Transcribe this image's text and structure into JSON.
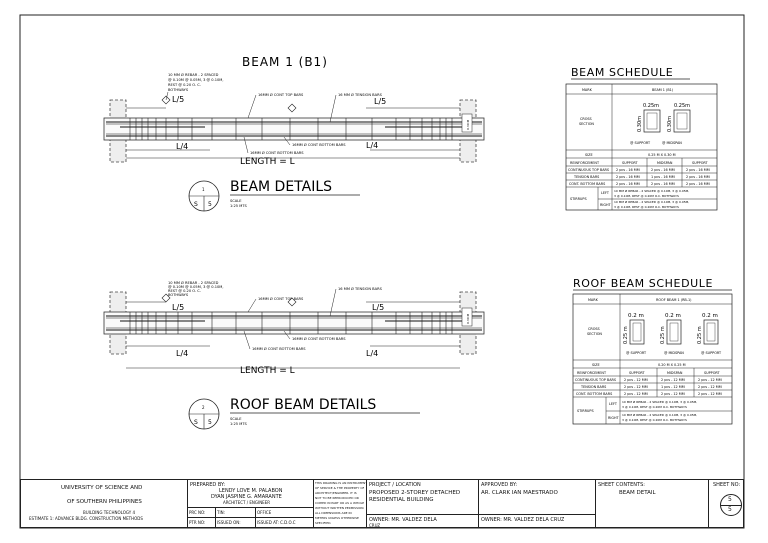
{
  "beam1": {
    "title": "BEAM 1 (B1)",
    "callout_stirrups": [
      "10 MM Ø REBAR - 2 SPACED",
      "@ 0.10M @ 0.05M, 3 @ 0.10M,",
      "REST @ 0.20 O. C.",
      "BOTHWAYS"
    ],
    "top_bars": "16MM Ø CONT TOP BARS",
    "tension_bars": "16 MM Ø TENSION BARS",
    "bottom_bars_1": "16MM Ø CONT BOTTOM BARS",
    "bottom_bars_2": "16MM Ø CONT BOTTOM BARS",
    "l5_left": "L/5",
    "l5_right": "L/5",
    "l4_left": "L/4",
    "l4_right": "L/4",
    "length": "LENGTH = L",
    "section_tag": "0.30 M",
    "details_title": "BEAM DETAILS",
    "marker_num": "1",
    "marker_left": "S",
    "marker_right": "5",
    "scale_label": "SCALE",
    "scale_value": "1:25 MTS"
  },
  "beam2": {
    "callout_stirrups": [
      "10 MM Ø REBAR - 2 SPACED",
      "@ 0.10M @ 0.05M, 3 @ 0.10M,",
      "REST @ 0.20 O. C.",
      "BOTHWAYS"
    ],
    "top_bars": "16MM Ø CONT TOP BARS",
    "tension_bars": "16 MM Ø TENSION BARS",
    "bottom_bars_1": "16MM Ø CONT BOTTOM BARS",
    "bottom_bars_2": "16MM Ø CONT BOTTOM BARS",
    "l5_left": "L/5",
    "l5_right": "L/5",
    "l4_left": "L/4",
    "l4_right": "L/4",
    "length": "LENGTH = L",
    "section_tag": "0.30 M",
    "details_title": "ROOF BEAM DETAILS",
    "marker_num": "2",
    "marker_left": "S",
    "marker_right": "5",
    "scale_label": "SCALE",
    "scale_value": "1:25 MTS"
  },
  "schedule": {
    "title": "BEAM SCHEDULE",
    "mark_label": "MARK",
    "mark_value": "BEAM 1 (B1)",
    "cross_section_label": [
      "CROSS",
      "SECTION"
    ],
    "width_1": "0.25m",
    "width_2": "0.25m",
    "height_1": "0.30m",
    "height_2": "0.30m",
    "sec_label_1": "@ SUPPORT",
    "sec_label_2": "@ MIDSPAN",
    "size_label": "SIZE",
    "size_value": "0.25 M  X  0.30 M",
    "reinforcement_label": "REINFORCEMENT",
    "col_support_1": "SUPPORT",
    "col_midspan": "MIDSPAN",
    "col_support_2": "SUPPORT",
    "rows": [
      {
        "label": "CONTINUOUS TOP BARS",
        "c1": "2 pcs - 16 MM",
        "c2": "2 pcs - 16 MM",
        "c3": "2 pcs - 16 MM"
      },
      {
        "label": "TENSION BARS",
        "c1": "2 pcs - 16 MM",
        "c2": "1 pcs - 16 MM",
        "c3": "2 pcs - 16 MM"
      },
      {
        "label": "CONT. BOTTOM BARS",
        "c1": "2 pcs - 16 MM",
        "c2": "2 pcs - 16 MM",
        "c3": "2 pcs - 16 MM"
      }
    ],
    "stirrups_label": "STIRRUPS",
    "stirrup_left_label": "LEFT",
    "stirrup_left_value": [
      "10 MM Ø REBAR - 2 SPACED @ 0.10M, 3 @ 0.05M,",
      "3 @ 0.10M, REST @ 0.20M O.C. BOTHWAYS"
    ],
    "stirrup_right_label": "RIGHT",
    "stirrup_right_value": [
      "10 MM Ø REBAR - 2 SPACED @ 0.10M, 3 @ 0.05M,",
      "3 @ 0.10M, REST @ 0.20M O.C. BOTHWAYS"
    ]
  },
  "roof_schedule": {
    "title": "ROOF BEAM SCHEDULE",
    "mark_label": "MARK",
    "mark_value": "ROOF BEAM 1 (RB-1)",
    "cross_section_label": [
      "CROSS",
      "SECTION"
    ],
    "width_1": "0.2 m",
    "width_2": "0.2 m",
    "width_3": "0.2 m",
    "height_1": "0.25 m",
    "height_2": "0.25 m",
    "height_3": "0.25 m",
    "sec_label_1": "@ SUPPORT",
    "sec_label_2": "@ MIDSPAN",
    "sec_label_3": "@ SUPPORT",
    "size_label": "SIZE",
    "size_value": "0.20 M  X  0.25 M",
    "reinforcement_label": "REINFORCEMENT",
    "col_support_1": "SUPPORT",
    "col_midspan": "MIDSPAN",
    "col_support_2": "SUPPORT",
    "rows": [
      {
        "label": "CONTINUOUS TOP BARS",
        "c1": "2 pcs - 12 MM",
        "c2": "2 pcs - 12 MM",
        "c3": "2 pcs - 12 MM"
      },
      {
        "label": "TENSION BARS",
        "c1": "2 pcs - 12 MM",
        "c2": "1 pcs - 12 MM",
        "c3": "2 pcs - 12 MM"
      },
      {
        "label": "CONT. BOTTOM BARS",
        "c1": "2 pcs - 12 MM",
        "c2": "2 pcs - 12 MM",
        "c3": "2 pcs - 12 MM"
      }
    ],
    "stirrups_label": "STIRRUPS",
    "stirrup_left_label": "LEFT",
    "stirrup_left_value": [
      "10 MM Ø REBAR - 2 SPACED @ 0.10M, 3 @ 0.05M,",
      "3 @ 0.10M, REST @ 0.20M O.C. BOTHWAYS"
    ],
    "stirrup_right_label": "RIGHT",
    "stirrup_right_value": [
      "10 MM Ø REBAR - 2 SPACED @ 0.10M, 3 @ 0.05M,",
      "3 @ 0.10M, REST @ 0.20M O.C. BOTHWAYS"
    ]
  },
  "title_block": {
    "university_1": "UNIVERSITY OF SCIENCE AND",
    "university_2": "OF SOUTHERN PHILIPPINES",
    "course_1": "BUILDING TECHNOLOGY 4",
    "course_2": "ESTIMATE 1: ADVANCE BLDG. CONSTRUCTION METHODS",
    "prepared_label": "PREPARED BY:",
    "prepared_1": "LENDY LOVE M. PALABON",
    "prepared_2": "DYAN JASPINE G. AMARANTE",
    "prepared_3": "ARCHITECT / ENGINEER",
    "prc_label": "PRC NO:",
    "ptr_label": "PTR NO:",
    "tin_label": "TIN:",
    "issued_on_label": "ISSUED ON:",
    "issued_at_label": "ISSUED AT: C.D.O.C",
    "office_label": "OFFICE",
    "note_text": [
      "THIS DRAWING IS AN INSTRUMENT",
      "OF SERVICE & THE PROPERTY OF",
      "ARCHITECT/ENGINEER. IT IS",
      "NOT TO BE REPRODUCED OR",
      "COPIED IN PART OR AS A WHOLE",
      "WITHOUT WRITTEN PERMISSION.",
      "ALL DIMENSIONS ARE IN",
      "METERS UNLESS OTHERWISE",
      "SPECIFIED."
    ],
    "project_label": "PROJECT / LOCATION",
    "project_1": "PROPOSED 2-STOREY DETACHED",
    "project_2": "RESIDENTIAL BUILDING",
    "owner_label_1": "OWNER:  MR. VALDEZ DELA",
    "owner_label_1b": "CRUZ",
    "approved_label": "APPROVED BY:",
    "approved_name": "AR. CLARK IAN MAESTRADO",
    "owner_label_2": "OWNER:  MR. VALDEZ DELA CRUZ",
    "sheet_contents_label": "SHEET CONTENTS:",
    "sheet_contents": "BEAM DETAIL",
    "sheet_no_label": "SHEET NO:",
    "sheet_top": "5",
    "sheet_bottom": "5"
  }
}
